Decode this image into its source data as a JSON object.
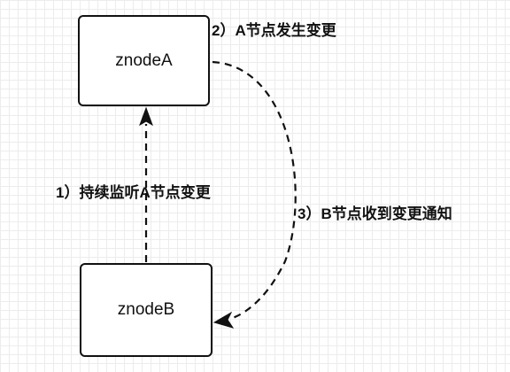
{
  "nodes": {
    "a": {
      "label": "znodeA"
    },
    "b": {
      "label": "znodeB"
    }
  },
  "edges": {
    "step1": {
      "label": "1）持续监听A节点变更"
    },
    "step2": {
      "label": "2）A节点发生变更"
    },
    "step3": {
      "label": "3）B节点收到变更通知"
    }
  },
  "colors": {
    "stroke": "#111111",
    "grid": "#ececec",
    "background": "#ffffff"
  }
}
